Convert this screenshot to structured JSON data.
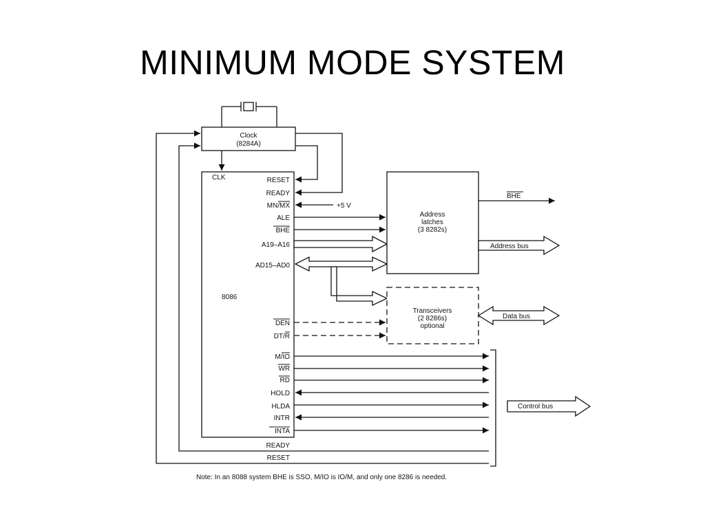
{
  "slide": {
    "title": "MINIMUM MODE SYSTEM"
  },
  "diagram": {
    "clock": {
      "line1": "Clock",
      "line2": "(8284A)"
    },
    "cpu": {
      "name": "8086",
      "clk": "CLK",
      "pins": {
        "reset": "RESET",
        "ready": "READY",
        "mnmx_prefix": "MN/",
        "mnmx_bar": "MX",
        "ale": "ALE",
        "bhe": "BHE",
        "a19": "A19–A16",
        "ad15": "AD15–AD0",
        "den": "DEN",
        "dtr_prefix": "DT/",
        "dtr_bar": "R",
        "mio_prefix": "M/",
        "mio_bar": "IO",
        "wr": "WR",
        "rd": "RD",
        "hold": "HOLD",
        "hlda": "HLDA",
        "intr": "INTR",
        "inta": "INTA"
      }
    },
    "plus5v": "+5 V",
    "latches": {
      "line1": "Address",
      "line2": "latches",
      "line3": "(3 8282s)"
    },
    "transceivers": {
      "line1": "Transceivers",
      "line2": "(2 8286s)",
      "line3": "optional"
    },
    "outputs": {
      "bhe": "BHE",
      "address_bus": "Address bus",
      "data_bus": "Data bus",
      "control_bus": "Control bus"
    },
    "bottom_lines": {
      "ready": "READY",
      "reset": "RESET"
    },
    "note": {
      "p1": "Note:  In an 8088 system ",
      "bhe": "BHE",
      "p2": " is ",
      "sso": "SSO",
      "p3": ", M/",
      "io": "IO",
      "p4": " is IO/",
      "m": "M",
      "p5": ", and only one 8286 is needed."
    }
  }
}
